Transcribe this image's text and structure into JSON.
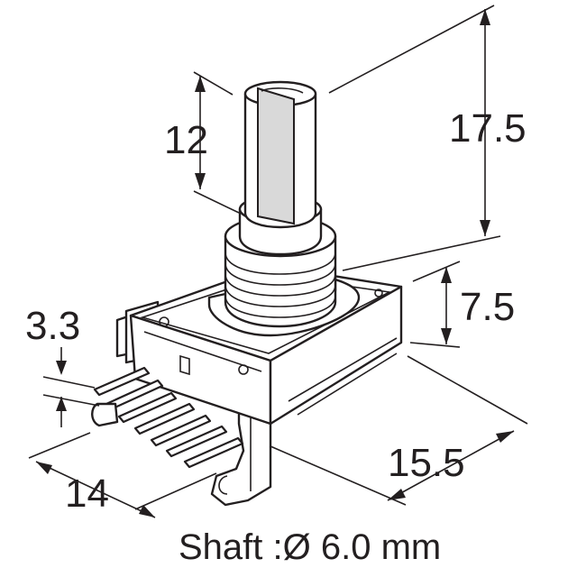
{
  "dimensions": {
    "shaft_length": "12",
    "total_height": "17.5",
    "body_height": "7.5",
    "pin_pitch": "3.3",
    "width": "14",
    "depth": "15.5"
  },
  "caption": "Shaft :Ø 6.0 mm"
}
